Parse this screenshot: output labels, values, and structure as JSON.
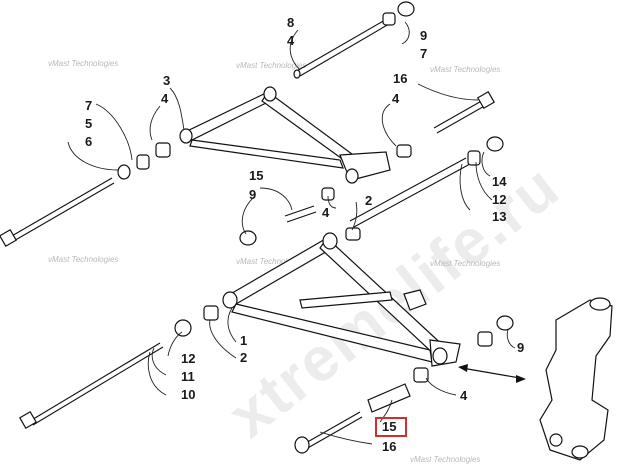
{
  "watermark": {
    "small_text": "vMast Technologies",
    "large_text": "xtremelife.ru"
  },
  "colors": {
    "highlight": "#d0302a",
    "line": "#111111",
    "watermark": "#b8b8b8"
  },
  "callouts": [
    {
      "id": "c8",
      "label": "8"
    },
    {
      "id": "c4a",
      "label": "4"
    },
    {
      "id": "c9a",
      "label": "9"
    },
    {
      "id": "c7a",
      "label": "7"
    },
    {
      "id": "c3",
      "label": "3"
    },
    {
      "id": "c4b",
      "label": "4"
    },
    {
      "id": "c16a",
      "label": "16"
    },
    {
      "id": "c4c",
      "label": "4"
    },
    {
      "id": "c7b",
      "label": "7"
    },
    {
      "id": "c5",
      "label": "5"
    },
    {
      "id": "c6",
      "label": "6"
    },
    {
      "id": "c15a",
      "label": "15"
    },
    {
      "id": "c9b",
      "label": "9"
    },
    {
      "id": "c4d",
      "label": "4"
    },
    {
      "id": "c2a",
      "label": "2"
    },
    {
      "id": "c14",
      "label": "14"
    },
    {
      "id": "c12a",
      "label": "12"
    },
    {
      "id": "c13",
      "label": "13"
    },
    {
      "id": "c1",
      "label": "1"
    },
    {
      "id": "c2b",
      "label": "2"
    },
    {
      "id": "c12b",
      "label": "12"
    },
    {
      "id": "c11",
      "label": "11"
    },
    {
      "id": "c10",
      "label": "10"
    },
    {
      "id": "c9c",
      "label": "9"
    },
    {
      "id": "c4e",
      "label": "4"
    },
    {
      "id": "c15b",
      "label": "15"
    },
    {
      "id": "c16b",
      "label": "16"
    }
  ]
}
